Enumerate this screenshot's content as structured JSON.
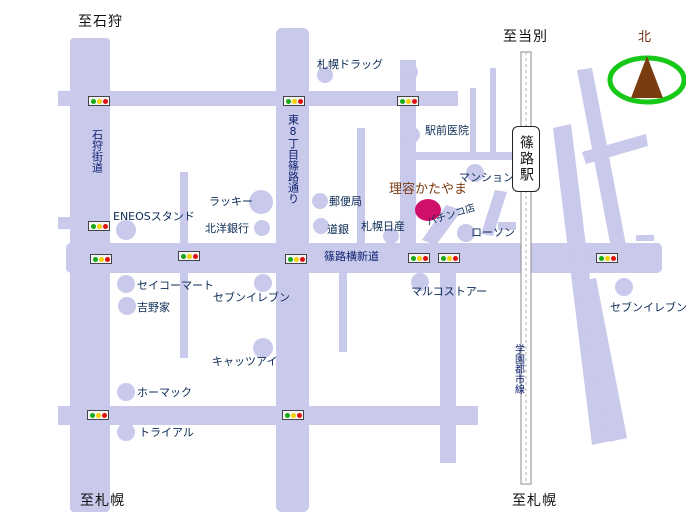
{
  "map": {
    "directions": {
      "top_left": "至石狩",
      "top_right": "至当別",
      "bottom_left": "至札幌",
      "bottom_right": "至札幌"
    },
    "compass": {
      "label": "北"
    },
    "roads": {
      "ishikari_kaido": "石狩街道",
      "higashi8_shinoro": "東8丁目篠路通り",
      "shinoro_yoko_shindo": "篠路横新道",
      "gakuen_toshi_line": "学園都市線"
    },
    "station": "篠路駅",
    "destination": "理容かたやま",
    "landmarks": [
      "札幌ドラッグ",
      "駅前医院",
      "マンション",
      "郵便局",
      "ラッキー",
      "ENEOSスタンド",
      "北洋銀行",
      "道銀",
      "札幌日産",
      "パチンコ店",
      "ローソン",
      "セイコーマート",
      "吉野家",
      "セブンイレブン",
      "マルコストアー",
      "セブンイレブン",
      "キャッツアイ",
      "ホーマック",
      "トライアル"
    ],
    "colors": {
      "road": "#c8c9eb",
      "landmark_dot": "#c8c9eb",
      "destination": "#d0106a",
      "compass_ring": "#18c818",
      "compass_triangle": "#7a3b10",
      "rail": "#888888"
    }
  }
}
